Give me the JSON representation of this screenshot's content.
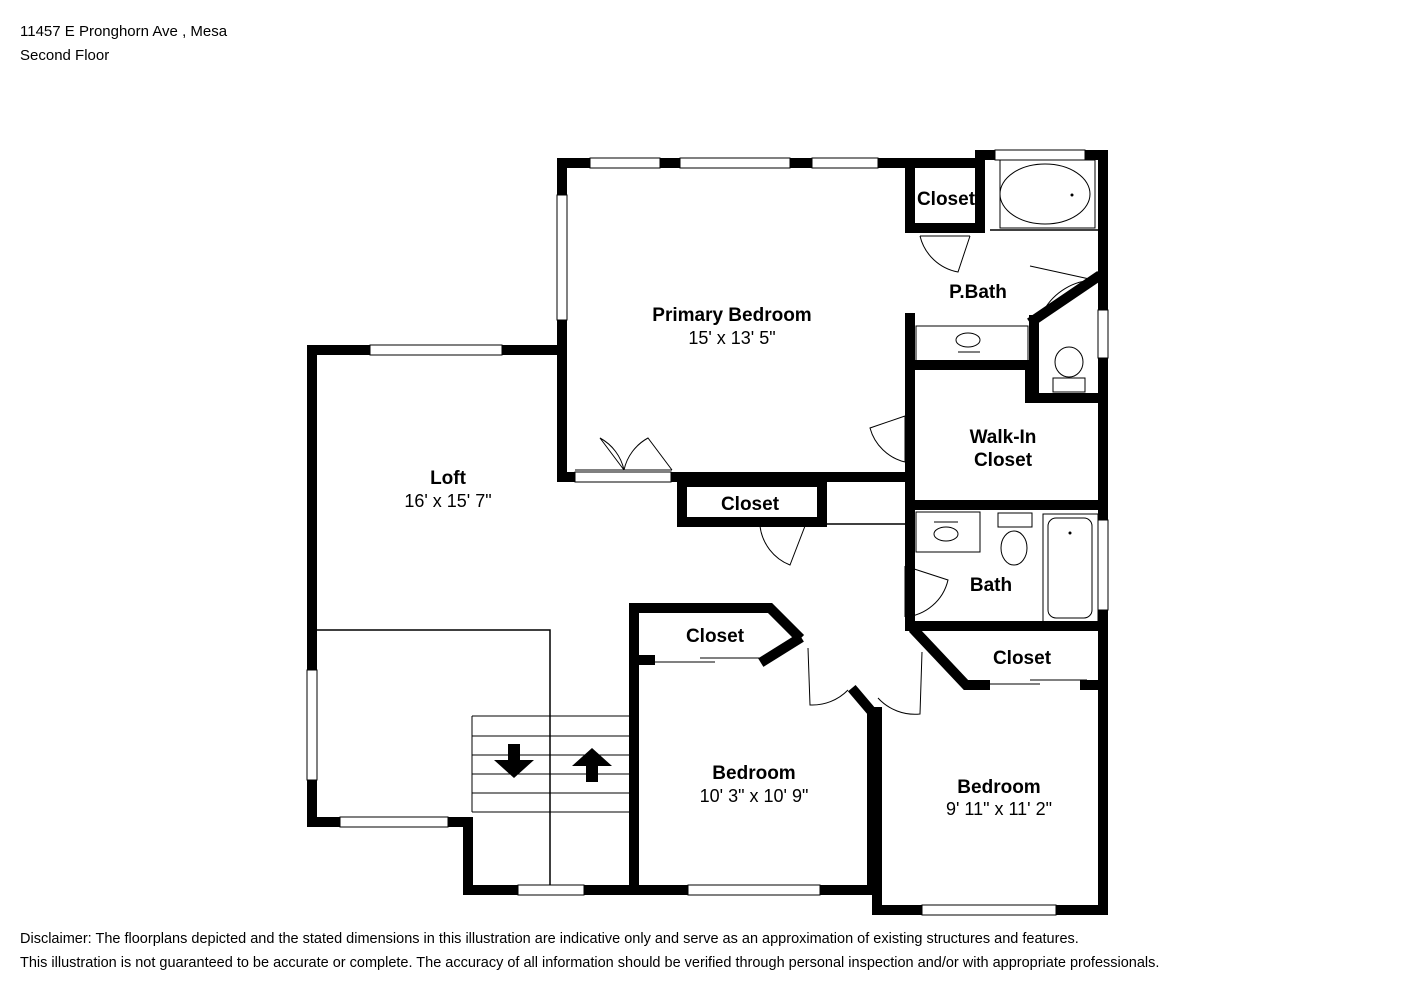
{
  "header": {
    "address": "11457 E Pronghorn Ave , Mesa",
    "floor": "Second Floor"
  },
  "rooms": {
    "primary_bedroom": {
      "name": "Primary Bedroom",
      "dims": "15' x 13' 5\""
    },
    "loft": {
      "name": "Loft",
      "dims": "16' x 15' 7\""
    },
    "pbath": {
      "name": "P.Bath"
    },
    "closet_primary": {
      "name": "Closet"
    },
    "walkin_closet": {
      "line1": "Walk-In",
      "line2": "Closet"
    },
    "hall_closet": {
      "name": "Closet"
    },
    "bath": {
      "name": "Bath"
    },
    "bedroom2_closet": {
      "name": "Closet"
    },
    "bedroom3_closet": {
      "name": "Closet"
    },
    "bedroom2": {
      "name": "Bedroom",
      "dims": "10' 3\" x 10' 9\""
    },
    "bedroom3": {
      "name": "Bedroom",
      "dims": "9' 11\" x 11' 2\""
    }
  },
  "icons": [
    "stair-down-arrow-icon",
    "stair-up-arrow-icon",
    "sink-icon",
    "toilet-icon",
    "bathtub-icon"
  ],
  "colors": {
    "wall": "#000000",
    "window": "#ffffff",
    "background": "#ffffff"
  },
  "disclaimer": {
    "line1": "Disclaimer: The floorplans depicted and the stated dimensions in this illustration are indicative only and serve as an approximation of existing structures and features.",
    "line2": "This illustration is not guaranteed to be accurate or complete. The accuracy of all information should be verified through personal inspection and/or with appropriate professionals."
  }
}
